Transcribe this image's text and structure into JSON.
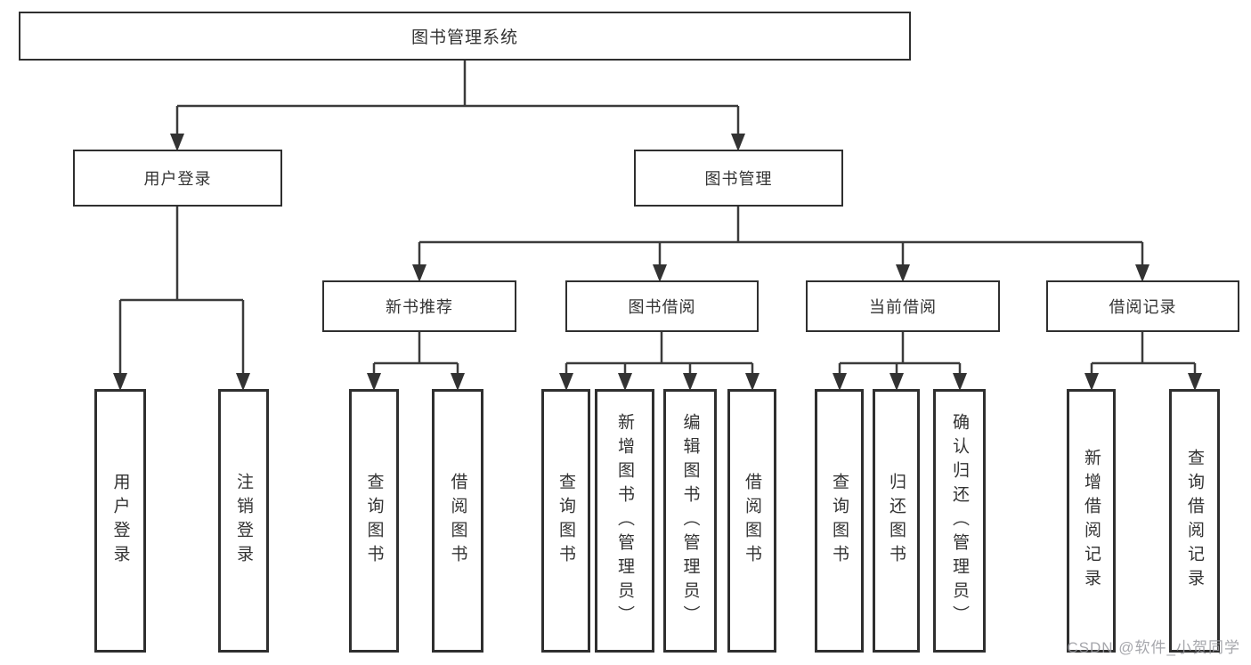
{
  "tree": {
    "root": {
      "label": "图书管理系统",
      "children": [
        {
          "label": "用户登录",
          "children": [
            {
              "label": "用户登录"
            },
            {
              "label": "注销登录"
            }
          ]
        },
        {
          "label": "图书管理",
          "children": [
            {
              "label": "新书推荐",
              "children": [
                {
                  "label": "查询图书"
                },
                {
                  "label": "借阅图书"
                }
              ]
            },
            {
              "label": "图书借阅",
              "children": [
                {
                  "label": "查询图书"
                },
                {
                  "label": "新增图书（管理员）"
                },
                {
                  "label": "编辑图书（管理员）"
                },
                {
                  "label": "借阅图书"
                }
              ]
            },
            {
              "label": "当前借阅",
              "children": [
                {
                  "label": "查询图书"
                },
                {
                  "label": "归还图书"
                },
                {
                  "label": "确认归还（管理员）"
                }
              ]
            },
            {
              "label": "借阅记录",
              "children": [
                {
                  "label": "新增借阅记录"
                },
                {
                  "label": "查询借阅记录"
                }
              ]
            }
          ]
        }
      ]
    }
  },
  "watermark": {
    "text": "CSDN @软件_小贺同学"
  },
  "colors": {
    "line": "#3b3b3b",
    "box_border": "#2f2f2f",
    "text": "#333333",
    "background": "#ffffff",
    "watermark": "#96989e"
  }
}
